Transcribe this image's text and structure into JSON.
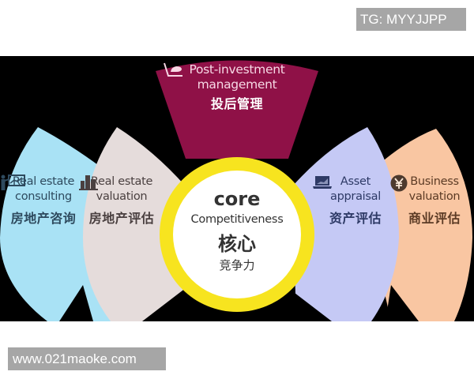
{
  "watermarks": {
    "top": "TG: MYYJJPP",
    "bottom": "www.021maoke.com"
  },
  "colors": {
    "background": "#000000",
    "post_investment": "#8f1147",
    "consulting": "#a9e2f5",
    "valuation": "#e5dcdb",
    "asset": "#c5c9f5",
    "business": "#f9c6a2",
    "core_ring": "#f7e41f",
    "core_fill": "#ffffff"
  },
  "diagram": {
    "top": {
      "icon": "laptop-hand-icon",
      "en_line1": "Post-investment",
      "en_line2": "management",
      "zh": "投后管理"
    },
    "core": {
      "en_line1": "core",
      "en_line2": "Competitiveness",
      "zh_line1": "核心",
      "zh_line2": "竞争力"
    },
    "petals": [
      {
        "id": "consulting",
        "icon": "presentation-chart-icon",
        "en_line1": "Real estate",
        "en_line2": "consulting",
        "zh": "房地产咨询"
      },
      {
        "id": "valuation",
        "icon": "buildings-icon",
        "en_line1": "Real estate",
        "en_line2": "valuation",
        "zh": "房地产评估"
      },
      {
        "id": "asset",
        "icon": "laptop-chart-icon",
        "en_line1": "Asset",
        "en_line2": "appraisal",
        "zh": "资产评估"
      },
      {
        "id": "business",
        "icon": "yen-coin-icon",
        "en_line1": "Business",
        "en_line2": "valuation",
        "zh": "商业评估"
      }
    ]
  }
}
